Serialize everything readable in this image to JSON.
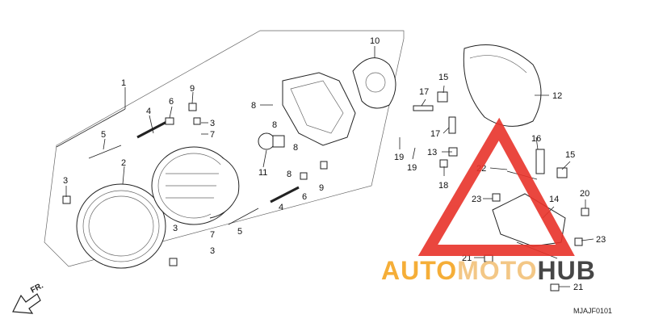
{
  "callouts": [
    {
      "label": "1"
    },
    {
      "label": "2"
    },
    {
      "label": "3"
    },
    {
      "label": "4"
    },
    {
      "label": "5"
    },
    {
      "label": "6"
    },
    {
      "label": "7"
    },
    {
      "label": "8"
    },
    {
      "label": "9"
    },
    {
      "label": "10"
    },
    {
      "label": "11"
    },
    {
      "label": "12"
    },
    {
      "label": "13"
    },
    {
      "label": "14"
    },
    {
      "label": "15"
    },
    {
      "label": "16"
    },
    {
      "label": "17"
    },
    {
      "label": "18"
    },
    {
      "label": "19"
    },
    {
      "label": "20"
    },
    {
      "label": "21"
    },
    {
      "label": "22"
    },
    {
      "label": "23"
    }
  ],
  "diagram_code": "MJAJF0101",
  "direction_label": "FR.",
  "watermark": {
    "text_a": "AUTO",
    "text_b": "MOTO",
    "text_c": "HUB",
    "color_a": "#f5a623",
    "color_b": "#f2c27a",
    "color_c": "#333333",
    "triangle_color": "#e8332a"
  }
}
